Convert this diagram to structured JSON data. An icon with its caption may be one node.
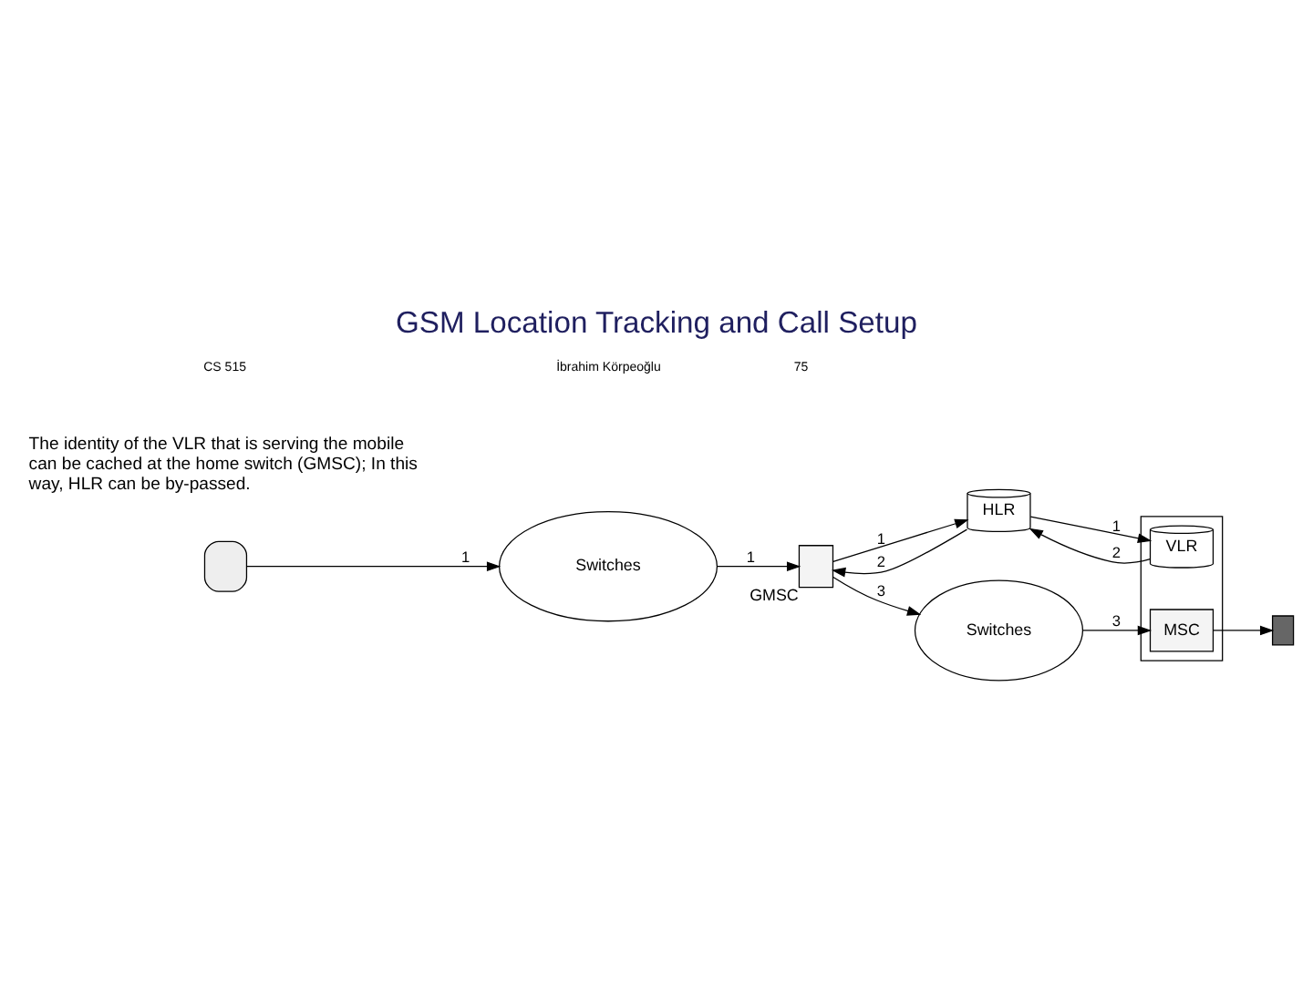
{
  "diagram": {
    "title": "GSM Location Tracking and Call Setup",
    "nodes": [
      {
        "text": [],
        "shape": "phone"
      },
      {
        "text": [
          "GMSC"
        ]
      },
      {
        "text": [
          "HLR"
        ]
      },
      {
        "text": [],
        "shape": "box"
      },
      {
        "text": [
          "VLR"
        ],
        "in": 3
      },
      {
        "text": [
          "MSC"
        ],
        "in": 3
      },
      {
        "text": [
          "Switches"
        ]
      },
      {
        "text": [
          "Switches"
        ]
      },
      {
        "text": [],
        "shape": "phone"
      }
    ],
    "edges": [
      {
        "from": 0,
        "to": 6,
        "arrow": "to",
        "label": "1"
      },
      {
        "from": 6,
        "to": 1,
        "arrow": "to",
        "label": "1"
      },
      {
        "from": 1,
        "to": 2,
        "arrow": "to",
        "label": "1"
      },
      {
        "from": 2,
        "to": 4,
        "arrow": "to",
        "label": "1"
      },
      {
        "from": 4,
        "to": 2,
        "arrow": "to",
        "label": "2"
      },
      {
        "from": 2,
        "to": 1,
        "arrow": "to",
        "label": "2"
      },
      {
        "from": 1,
        "to": 7,
        "arrow": "to",
        "label": "3"
      },
      {
        "from": 7,
        "to": 5,
        "arrow": "to",
        "label": "3"
      },
      {
        "from": 5,
        "to": 8,
        "arrow": "to"
      }
    ],
    "labels": [
      "The identity of the VLR that is serving the mobile can be cached at the home switch (GMSC); In this way, HLR can be by-passed.",
      "CS 515",
      "İbrahim Körpeoğlu",
      "75"
    ]
  }
}
